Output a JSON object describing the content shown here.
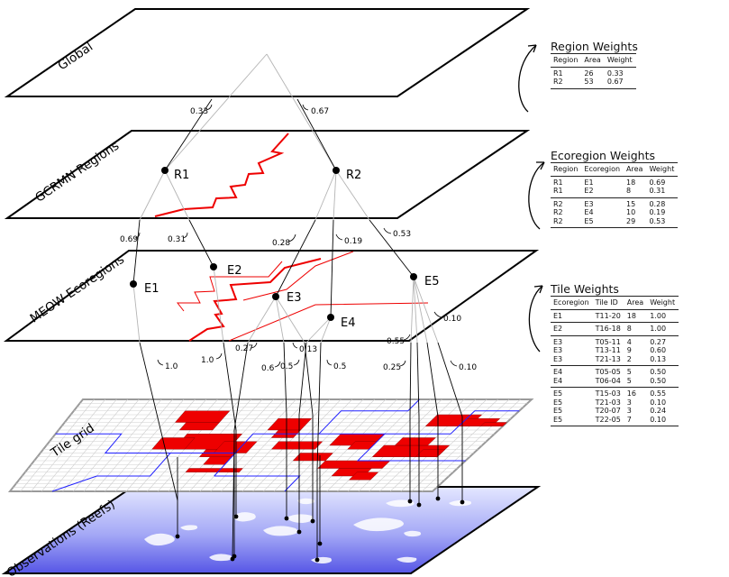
{
  "planes": {
    "global": "Global",
    "regions": "GCRMN Regions",
    "ecoregions": "MEOW Ecoregions",
    "tiles": "Tile grid",
    "observations": "Observations (Reefs)"
  },
  "nodes": {
    "R1": "R1",
    "R2": "R2",
    "E1": "E1",
    "E2": "E2",
    "E3": "E3",
    "E4": "E4",
    "E5": "E5"
  },
  "edge_labels": {
    "g_r1": "0.33",
    "g_r2": "0.67",
    "r1_e1": "0.69",
    "r1_e2": "0.31",
    "r2_e3": "0.28",
    "r2_e4": "0.19",
    "r2_e5": "0.53",
    "e1_t": "1.0",
    "e2_t": "1.0",
    "e3_a": "0.27",
    "e3_b": "0.13",
    "e3_c": "0.6",
    "e4_a": "0.5",
    "e4_b": "0.5",
    "e5_a": "0.10",
    "e5_b": "0.55",
    "e5_c": "0.25",
    "e5_d": "0.10"
  },
  "tables": {
    "region": {
      "title": "Region Weights",
      "headers": [
        "Region",
        "Area",
        "Weight"
      ],
      "groups": [
        [
          [
            "R1",
            "26",
            "0.33"
          ],
          [
            "R2",
            "53",
            "0.67"
          ]
        ]
      ]
    },
    "ecoregion": {
      "title": "Ecoregion Weights",
      "headers": [
        "Region",
        "Ecoregion",
        "Area",
        "Weight"
      ],
      "groups": [
        [
          [
            "R1",
            "E1",
            "18",
            "0.69"
          ],
          [
            "R1",
            "E2",
            "8",
            "0.31"
          ]
        ],
        [
          [
            "R2",
            "E3",
            "15",
            "0.28"
          ],
          [
            "R2",
            "E4",
            "10",
            "0.19"
          ],
          [
            "R2",
            "E5",
            "29",
            "0.53"
          ]
        ]
      ]
    },
    "tile": {
      "title": "Tile Weights",
      "headers": [
        "Ecoregion",
        "Tile ID",
        "Area",
        "Weight"
      ],
      "groups": [
        [
          [
            "E1",
            "T11-20",
            "18",
            "1.00"
          ]
        ],
        [
          [
            "E2",
            "T16-18",
            "8",
            "1.00"
          ]
        ],
        [
          [
            "E3",
            "T05-11",
            "4",
            "0.27"
          ],
          [
            "E3",
            "T13-11",
            "9",
            "0.60"
          ],
          [
            "E3",
            "T21-13",
            "2",
            "0.13"
          ]
        ],
        [
          [
            "E4",
            "T05-05",
            "5",
            "0.50"
          ],
          [
            "E4",
            "T06-04",
            "5",
            "0.50"
          ]
        ],
        [
          [
            "E5",
            "T15-03",
            "16",
            "0.55"
          ],
          [
            "E5",
            "T21-03",
            "3",
            "0.10"
          ],
          [
            "E5",
            "T20-07",
            "3",
            "0.24"
          ],
          [
            "E5",
            "T22-05",
            "7",
            "0.10"
          ]
        ]
      ]
    }
  },
  "colors": {
    "plane_edge": "#000000",
    "boundary": "#e00000",
    "tile_fill": "#ee0000",
    "tile_grid": "#c8c8c8",
    "tile_blue": "#2020ff",
    "water_light": "#dfe3ff",
    "water_dark": "#5a5ae8"
  }
}
